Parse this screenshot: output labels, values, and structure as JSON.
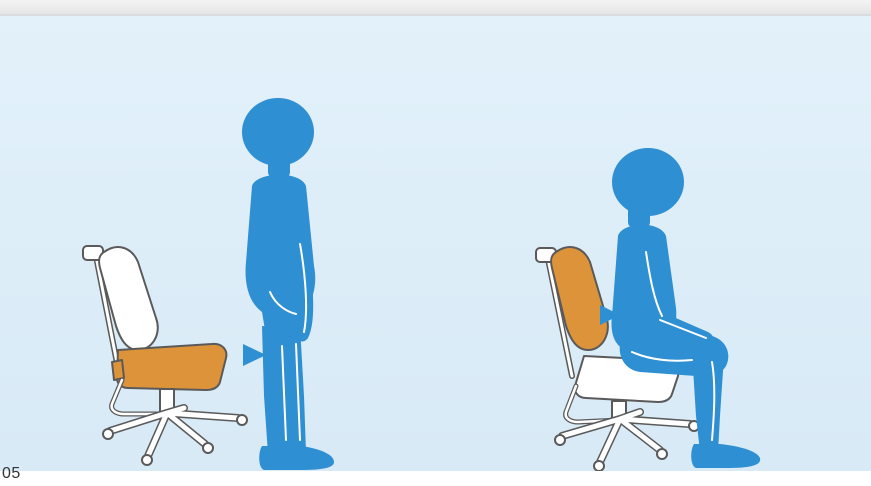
{
  "step": {
    "number": "05"
  },
  "colors": {
    "background": "#dcedf8",
    "figure_blue": "#2f8fd3",
    "seat_orange": "#dd9339",
    "chair_white": "#ffffff",
    "outline": "#5a5a5a"
  },
  "illustrations": [
    {
      "name": "child-standing-beside-chair",
      "arrow": "triangle-arrow-icon"
    },
    {
      "name": "child-seated-on-chair",
      "arrow": "triangle-arrow-icon"
    }
  ]
}
